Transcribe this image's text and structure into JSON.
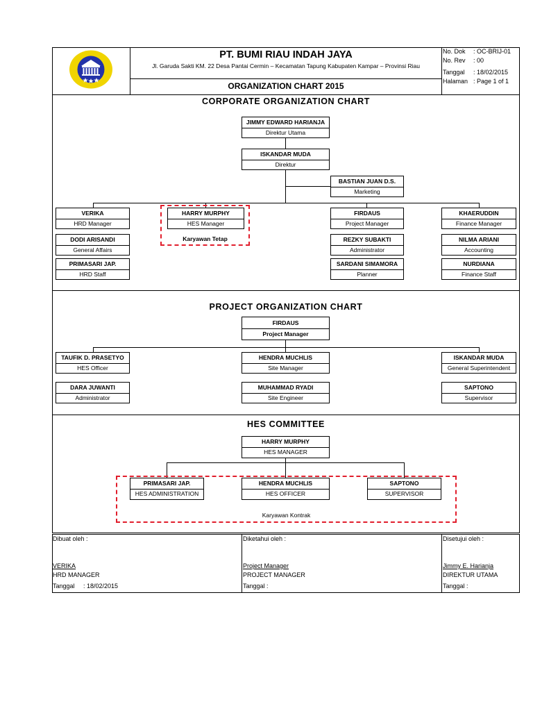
{
  "header": {
    "company": "PT. BUMI RIAU INDAH JAYA",
    "address": "Jl. Garuda Sakti KM. 22 Desa Pantai Cermin – Kecamatan Tapung Kabupaten Kampar – Provinsi Riau",
    "doc_title": "ORGANIZATION CHART 2015",
    "meta": [
      {
        "label": "No. Dok",
        "value": ": OC-BRIJ-01"
      },
      {
        "label": "No. Rev",
        "value": ": 00"
      },
      {
        "label": "Tanggal",
        "value": ": 18/02/2015"
      },
      {
        "label": "Halaman",
        "value": ": Page 1 of 1"
      }
    ],
    "logo_icon": "company-seal-logo"
  },
  "corporate": {
    "title": "CORPORATE ORGANIZATION CHART",
    "top": [
      {
        "name": "JIMMY EDWARD HARIANJA",
        "role": "Direktur Utama"
      },
      {
        "name": "ISKANDAR MUDA",
        "role": "Direktur"
      },
      {
        "name": "BASTIAN JUAN D.S.",
        "role": "Marketing"
      }
    ],
    "col1": [
      {
        "name": "VERIKA",
        "role": "HRD Manager"
      },
      {
        "name": "DODI ARISANDI",
        "role": "General Affairs"
      },
      {
        "name": "PRIMASARI JAP.",
        "role": "HRD Staff"
      }
    ],
    "col2": [
      {
        "name": "HARRY MURPHY",
        "role": "HES Manager"
      }
    ],
    "col2_group_label": "Karyawan Tetap",
    "col3": [
      {
        "name": "FIRDAUS",
        "role": "Project Manager"
      },
      {
        "name": "REZKY SUBAKTI",
        "role": "Administrator"
      },
      {
        "name": "SARDANI SIMAMORA",
        "role": "Planner"
      }
    ],
    "col4": [
      {
        "name": "KHAERUDDIN",
        "role": "Finance Manager"
      },
      {
        "name": "NILMA ARIANI",
        "role": "Accounting"
      },
      {
        "name": "NURDIANA",
        "role": "Finance Staff"
      }
    ]
  },
  "project": {
    "title": "PROJECT ORGANIZATION CHART",
    "top": {
      "name": "FIRDAUS",
      "role": "Project Manager"
    },
    "col1": [
      {
        "name": "TAUFIK D. PRASETYO",
        "role": "HES Officer"
      },
      {
        "name": "DARA JUWANTI",
        "role": "Administrator"
      }
    ],
    "col2": [
      {
        "name": "HENDRA MUCHLIS",
        "role": "Site Manager"
      },
      {
        "name": "MUHAMMAD RYADI",
        "role": "Site Engineer"
      }
    ],
    "col3": [
      {
        "name": "ISKANDAR MUDA",
        "role": "General Superintendent"
      },
      {
        "name": "SAPTONO",
        "role": "Supervisor"
      }
    ]
  },
  "hes": {
    "title": "HES COMMITTEE",
    "top": {
      "name": "HARRY MURPHY",
      "role": "HES MANAGER"
    },
    "members": [
      {
        "name": "PRIMASARI JAP.",
        "role": "HES ADMINISTRATION"
      },
      {
        "name": "HENDRA MUCHLIS",
        "role": "HES OFFICER"
      },
      {
        "name": "SAPTONO",
        "role": "SUPERVISOR"
      }
    ],
    "group_label": "Karyawan Kontrak"
  },
  "signoff": {
    "made": {
      "label": "Dibuat oleh :",
      "name": "VERIKA",
      "title": "HRD MANAGER",
      "date_label": "Tanggal",
      "date_value": ": 18/02/2015"
    },
    "known": {
      "label": "Diketahui oleh :",
      "name": "Project Manager",
      "title": "PROJECT MANAGER",
      "date_label": "Tanggal :"
    },
    "approved": {
      "label": "Disetujui oleh :",
      "name": "Jimmy E. Harianja",
      "title": "DIREKTUR UTAMA",
      "date_label": "Tanggal :"
    }
  }
}
